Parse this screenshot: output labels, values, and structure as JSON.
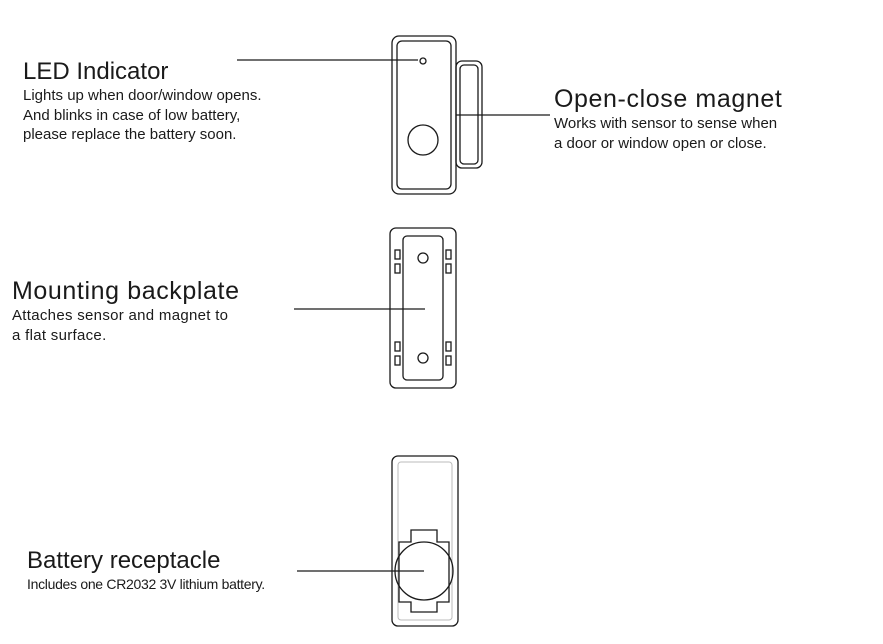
{
  "callouts": {
    "led": {
      "title": "LED Indicator",
      "lines": [
        "Lights up when door/window opens.",
        "And blinks in case of low battery,",
        "please replace the battery soon."
      ]
    },
    "magnet": {
      "title": "Open-close magnet",
      "lines": [
        "Works with sensor to sense when",
        "a door or window open or close."
      ]
    },
    "backplate": {
      "title": "Mounting backplate",
      "lines": [
        "Attaches sensor and magnet to",
        "a flat surface."
      ]
    },
    "battery": {
      "title": "Battery receptacle",
      "lines": [
        "Includes one CR2032 3V lithium battery."
      ]
    }
  },
  "colors": {
    "line": "#1a1a1a",
    "text": "#1a1a1a",
    "background": "#ffffff"
  }
}
